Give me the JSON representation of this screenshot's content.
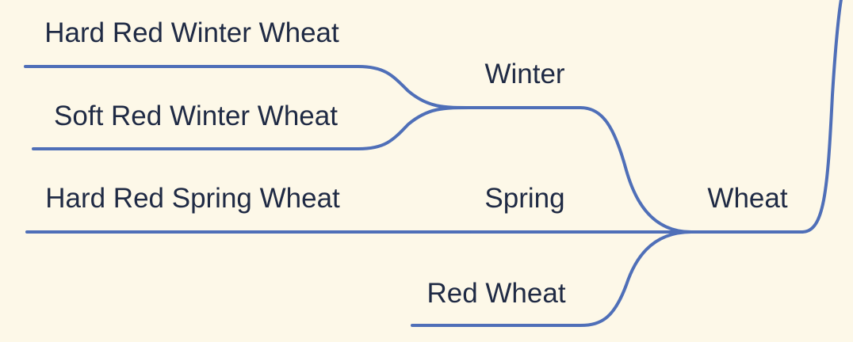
{
  "diagram": {
    "nodes": {
      "hard_red_winter_wheat": "Hard Red Winter Wheat",
      "soft_red_winter_wheat": "Soft Red Winter Wheat",
      "hard_red_spring_wheat": "Hard Red Spring Wheat",
      "winter": "Winter",
      "spring": "Spring",
      "red_wheat": "Red Wheat",
      "wheat": "Wheat"
    },
    "edges": [
      {
        "from": "wheat",
        "to": "winter"
      },
      {
        "from": "wheat",
        "to": "spring"
      },
      {
        "from": "wheat",
        "to": "red_wheat"
      },
      {
        "from": "winter",
        "to": "hard_red_winter_wheat"
      },
      {
        "from": "winter",
        "to": "soft_red_winter_wheat"
      },
      {
        "from": "spring",
        "to": "hard_red_spring_wheat"
      }
    ],
    "colors": {
      "background": "#fdf8e8",
      "line": "#4f6fb8",
      "text": "#1f2a44"
    }
  }
}
